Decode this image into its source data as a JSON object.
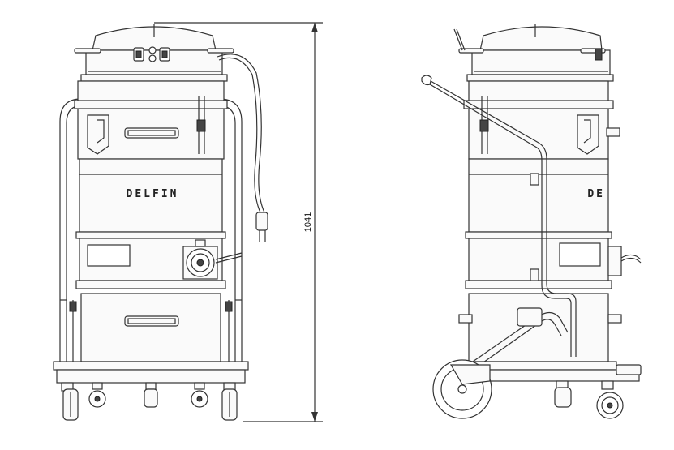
{
  "brand": "DELFIN",
  "brand_side": "DE",
  "dimension": {
    "height_label": "1041"
  }
}
